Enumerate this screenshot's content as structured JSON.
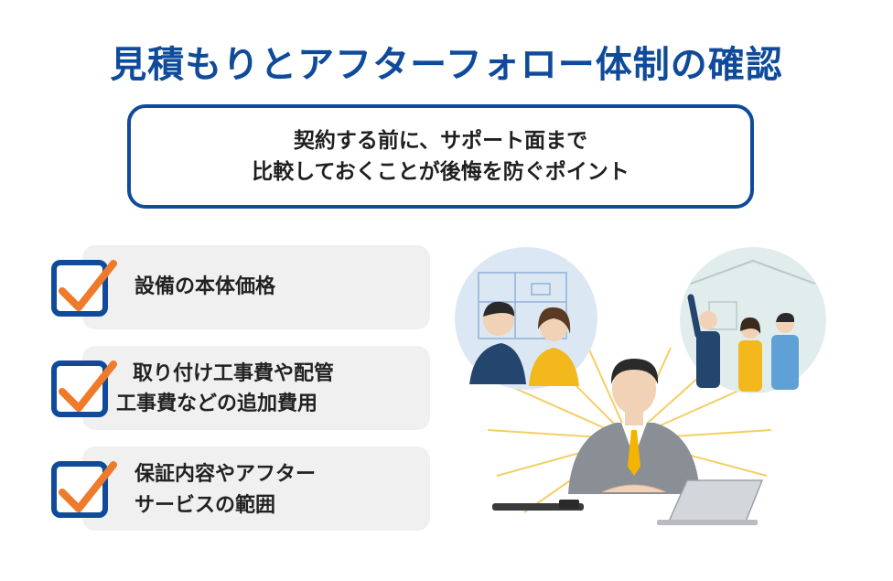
{
  "title": "見積もりとアフターフォロー体制の確認",
  "subtitle": {
    "line1": "契約する前に、サポート面まで",
    "line2": "比較しておくことが後悔を防ぐポイント"
  },
  "checklist": [
    {
      "lines": [
        "設備の本体価格"
      ]
    },
    {
      "lines": [
        "取り付け工事費や配管",
        "工事費などの追加費用"
      ]
    },
    {
      "lines": [
        "保証内容やアフター",
        "サービスの範囲"
      ]
    }
  ],
  "colors": {
    "primary_blue": "#0f4b9a",
    "check_orange": "#ee7a2a",
    "item_bg": "#f0f0f0",
    "tie_yellow": "#f4b400"
  },
  "icons": [
    "checkbox-icon",
    "checkmark-icon"
  ]
}
